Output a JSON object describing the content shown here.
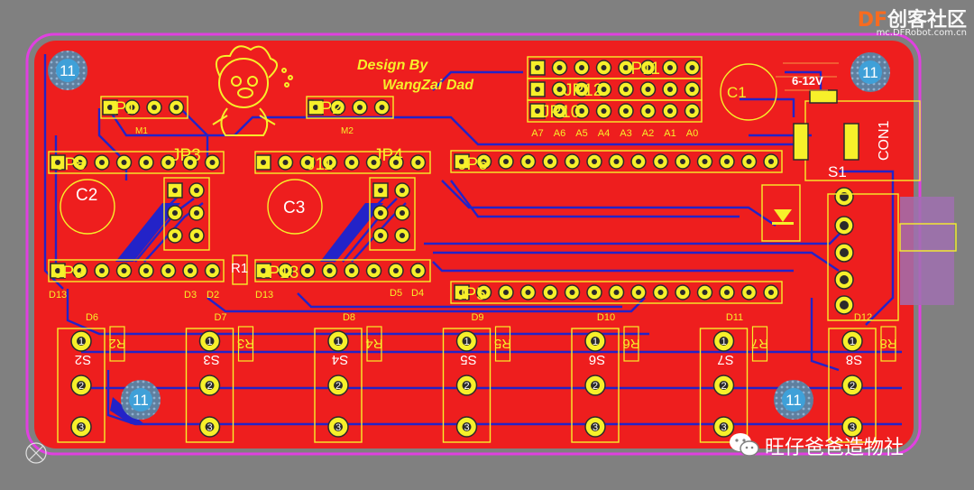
{
  "board": {
    "background_color": "#808080",
    "copper_color": "#ee1e1e",
    "trace_color": "#2323c8",
    "silk_color": "#f7f02a",
    "outline_color": "#e040e0",
    "design_by": "Design By",
    "author": "WangZai Dad",
    "voltage": "6-12V",
    "mounting_hole_label": "11"
  },
  "headers": {
    "jp10": "JP10",
    "jp11": "JP11",
    "jp12": "JP12",
    "jp1": "JP1",
    "jp2": "JP2",
    "jp3": "JP3",
    "jp4": "JP4",
    "jp5": "JP5",
    "jp6": "JP6",
    "jp8": "JP8",
    "jp9": "JP9",
    "jp13": "JP13",
    "j11": "J11"
  },
  "components": {
    "c1": "C1",
    "c2": "C2",
    "c3": "C3",
    "r1": "R1",
    "s1": "S1",
    "con1": "CON1",
    "m1": "M1",
    "m2": "M2"
  },
  "analog_pins": [
    "A7",
    "A6",
    "A5",
    "A4",
    "A3",
    "A2",
    "A1",
    "A0"
  ],
  "digital_labels": {
    "d13_left": "D13",
    "d13_mid": "D13",
    "d3": "D3",
    "d2": "D2",
    "d5": "D5",
    "d4": "D4"
  },
  "switches": [
    {
      "d": "D6",
      "s": "S2",
      "r": "R2"
    },
    {
      "d": "D7",
      "s": "S3",
      "r": "R3"
    },
    {
      "d": "D8",
      "s": "S4",
      "r": "R4"
    },
    {
      "d": "D9",
      "s": "S5",
      "r": "R5"
    },
    {
      "d": "D10",
      "s": "S6",
      "r": "R6"
    },
    {
      "d": "D11",
      "s": "S7",
      "r": "R7"
    },
    {
      "d": "D12",
      "s": "S8",
      "r": "R8"
    }
  ],
  "pad_numbers": [
    "1",
    "2",
    "3"
  ],
  "watermark": {
    "logo_df": "DF",
    "logo_cn": "创客社区",
    "site": "mc.DFRobot.com.cn",
    "account": "旺仔爸爸造物社"
  }
}
